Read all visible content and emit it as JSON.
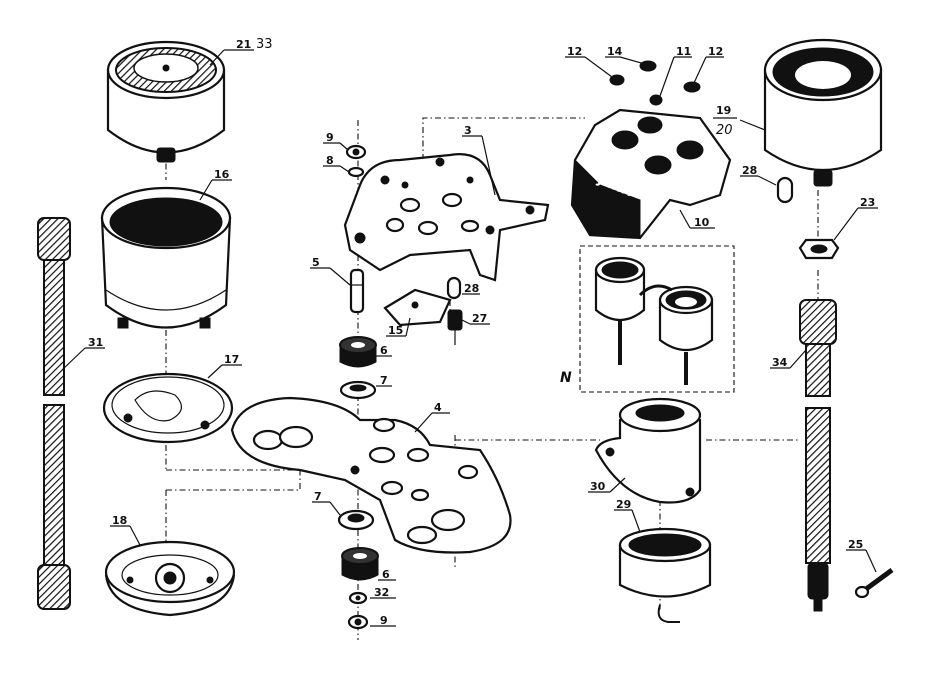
{
  "diagram": {
    "part_labels": [
      "21",
      "33",
      "16",
      "31",
      "17",
      "18",
      "9",
      "8",
      "3",
      "5",
      "15",
      "28",
      "27",
      "6",
      "7",
      "4",
      "32",
      "12",
      "14",
      "11",
      "19",
      "20",
      "10",
      "N",
      "23",
      "34",
      "30",
      "29",
      "25"
    ],
    "inset_label": "N"
  }
}
